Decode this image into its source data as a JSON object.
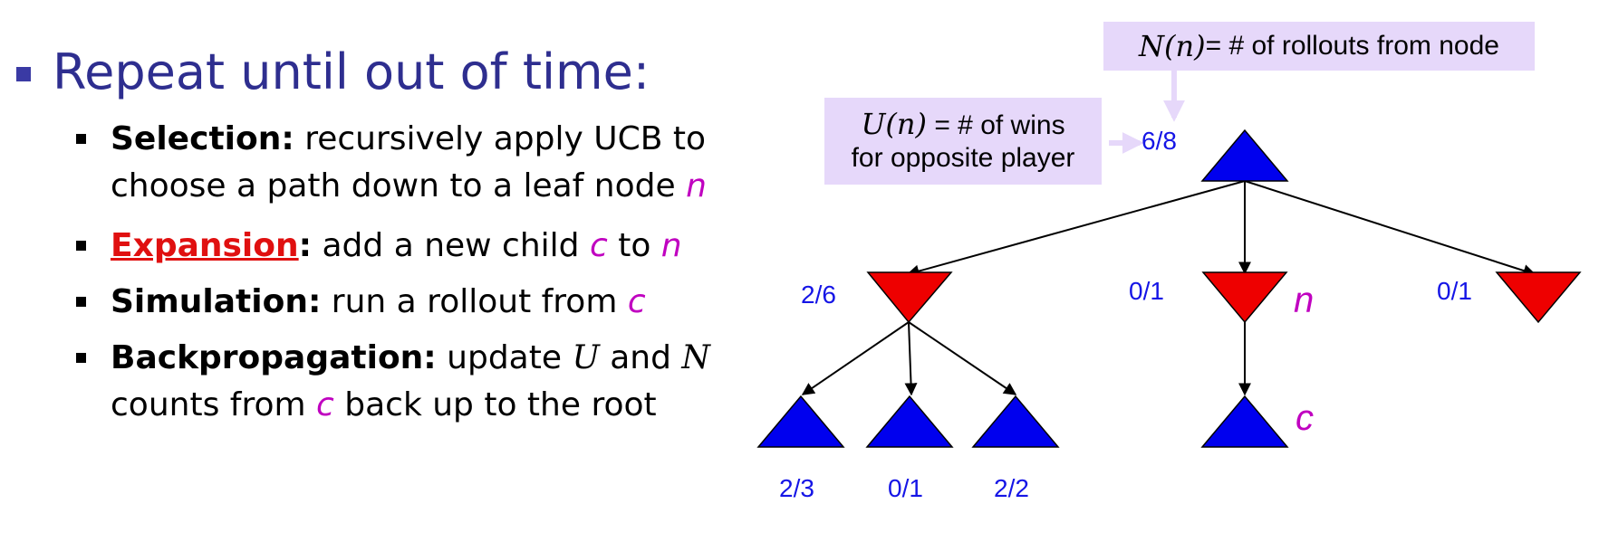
{
  "bullets": {
    "heading": "Repeat until out of time:",
    "items": [
      {
        "title": "Selection:",
        "text": " recursively apply UCB to choose a path down to a leaf node ",
        "var": "n"
      },
      {
        "title": "Expansion",
        "colon": ":",
        "text1": " add a new child ",
        "var1": "c",
        "text2": " to ",
        "var2": "n"
      },
      {
        "title": "Simulation:",
        "text": " run a rollout from ",
        "var": "c"
      },
      {
        "title": "Backpropagation:",
        "text1": " update ",
        "var1": "U",
        "text2": " and ",
        "var2": "N",
        "text3": " counts from ",
        "var3": "c",
        "text4": " back up to the root"
      }
    ]
  },
  "callouts": {
    "top": {
      "math": "N(n)",
      "text": " = # of rollouts from node"
    },
    "left": {
      "math": "U(n)",
      "text1": " = # of wins",
      "text2": "for opposite player"
    }
  },
  "tree": {
    "root_ratio": "6/8",
    "level1": [
      "2/6",
      "0/1",
      "0/1"
    ],
    "level2": [
      "2/3",
      "0/1",
      "2/2"
    ],
    "label_n": "n",
    "label_c": "c"
  },
  "colors": {
    "max_node": "#0000ee",
    "min_node": "#ee0000",
    "ratio_text": "#1515e6",
    "variable": "#c000c0",
    "callout_bg": "#e6d8fa"
  }
}
